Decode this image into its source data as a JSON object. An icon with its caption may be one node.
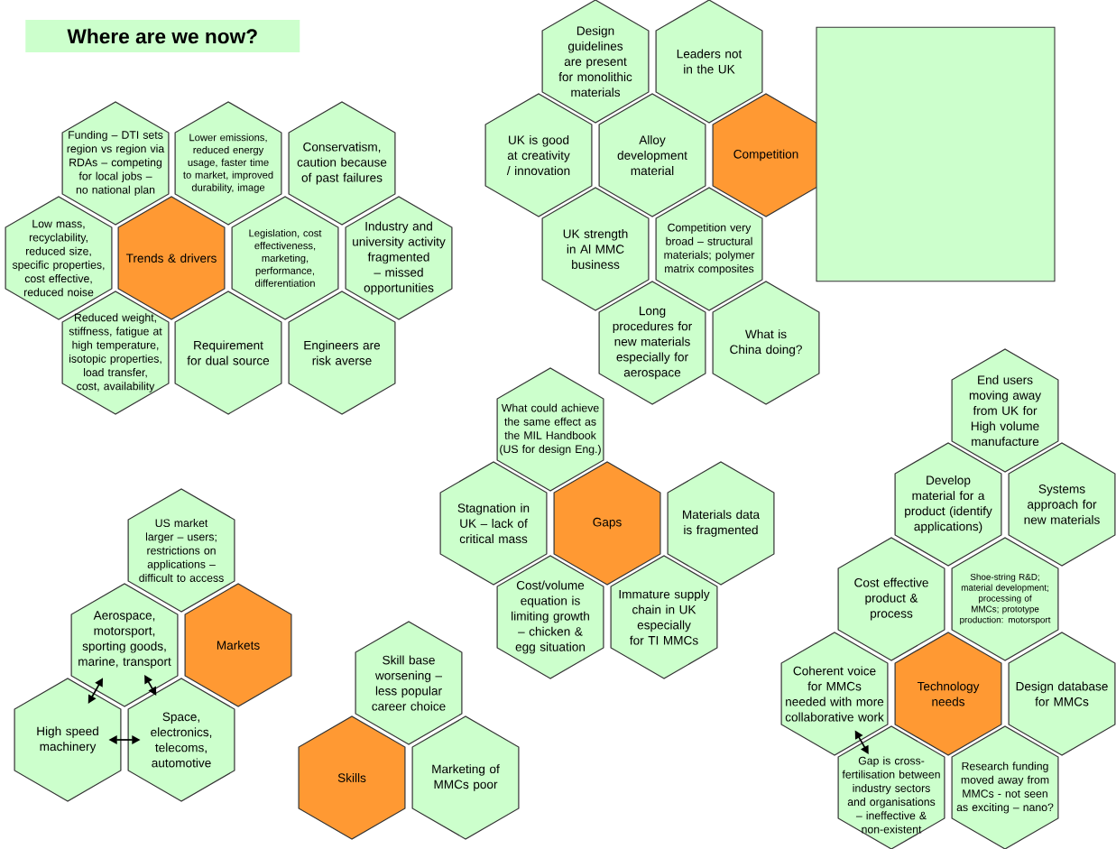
{
  "diagram": {
    "title": "Where are we now?",
    "nodes": [
      {
        "text": [
          "Funding – DTI sets region vs region via RDAs – competing for local jobs – no national plan"
        ]
      },
      {
        "text": [
          "Lower emissions, reduced energy usage, faster time to market, improved durability, image"
        ]
      },
      {
        "text": [
          "Conservatism, caution because of past failures"
        ]
      },
      {
        "text": [
          "Low mass, recyclability, reduced size, specific properties, cost effective, reduced noise"
        ]
      },
      {
        "text": [
          "Trends & drivers"
        ]
      },
      {
        "text": [
          "Legislation, cost effectiveness, marketing, performance, differentiation"
        ]
      },
      {
        "text": [
          "Industry and university activity fragmented – missed opportunities"
        ]
      },
      {
        "text": [
          "Reduced weight, stiffness, fatigue at high temperature, isotopic properties, load transfer, cost, availability"
        ]
      },
      {
        "text": [
          "Requirement for dual source"
        ]
      },
      {
        "text": [
          "Engineers are risk averse"
        ]
      },
      {
        "text": [
          "Design guidelines are present for monolithic materials"
        ]
      },
      {
        "text": [
          "Leaders not in the UK"
        ]
      },
      {
        "text": [
          "UK is good at creativity / innovation"
        ]
      },
      {
        "text": [
          "Alloy development material"
        ]
      },
      {
        "text": [
          "Competition"
        ]
      },
      {
        "text": [
          "UK strength in Al MMC business"
        ]
      },
      {
        "text": [
          "Competition very broad – structural materials; polymer matrix composites"
        ]
      },
      {
        "text": [
          "Long procedures for new materials especially for aerospace"
        ]
      },
      {
        "text": [
          "What is China doing?"
        ]
      },
      {
        "text": [],
        "shape": "box"
      },
      {
        "text": [
          "What could achieve the same effect as the MIL Handbook (US for design Eng.)"
        ]
      },
      {
        "text": [
          "Stagnation in UK – lack of critical mass"
        ]
      },
      {
        "text": [
          "Gaps"
        ]
      },
      {
        "text": [
          "Materials data is fragmented"
        ]
      },
      {
        "text": [
          "Cost/volume equation is limiting growth – chicken & egg situation"
        ]
      },
      {
        "text": [
          "Immature supply chain in UK especially for TI MMCs"
        ]
      },
      {
        "text": [
          "US market larger – users; restrictions on applications – difficult to access"
        ]
      },
      {
        "text": [
          "Aerospace, motorsport, sporting goods, marine, transport"
        ]
      },
      {
        "text": [
          "Markets"
        ]
      },
      {
        "text": [
          "High speed machinery"
        ]
      },
      {
        "text": [
          "Space, electronics, telecoms, automotive"
        ]
      },
      {
        "text": [
          "Skill base worsening – less popular career choice"
        ]
      },
      {
        "text": [
          "Skills"
        ]
      },
      {
        "text": [
          "Marketing of MMCs poor"
        ]
      },
      {
        "text": [
          "End users moving away from UK for High volume manufacture"
        ]
      },
      {
        "text": [
          "Develop material for a product (identify applications)"
        ]
      },
      {
        "text": [
          "Systems approach for new materials"
        ]
      },
      {
        "text": [
          "Cost effective product & process"
        ]
      },
      {
        "text": [
          "Shoe-string R&D; material development; processing of MMCs; prototype production: motorsport"
        ]
      },
      {
        "text": [
          "Coherent voice for MMCs needed with more collaborative work"
        ]
      },
      {
        "text": [
          "Technology needs"
        ]
      },
      {
        "text": [
          "Design database for MMCs"
        ]
      },
      {
        "text": [
          "Gap is cross-fertilisation between industry sectors and organisations – ineffective & non-existent"
        ]
      },
      {
        "text": [
          "Research funding moved away from MMCs - not seen as exciting – nano?"
        ]
      }
    ],
    "edges": [
      {
        "from": 27,
        "to": 29,
        "arrow": "both"
      },
      {
        "from": 27,
        "to": 30,
        "arrow": "both"
      },
      {
        "from": 29,
        "to": 30,
        "arrow": "both"
      },
      {
        "from": 39,
        "to": 42,
        "arrow": "both"
      }
    ]
  }
}
